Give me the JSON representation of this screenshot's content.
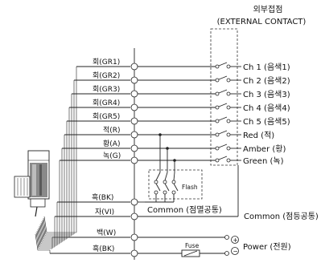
{
  "header": {
    "title_kr": "외부접점",
    "title_en": "(EXTERNAL CONTACT)"
  },
  "wires": [
    {
      "label": "회(GR1)",
      "output": "Ch 1 (음색1)"
    },
    {
      "label": "회(GR2)",
      "output": "Ch 2 (음색2)"
    },
    {
      "label": "회(GR3)",
      "output": "Ch 3 (음색3)"
    },
    {
      "label": "회(GR4)",
      "output": "Ch 4 (음색4)"
    },
    {
      "label": "회(GR5)",
      "output": "Ch 5 (음색5)"
    },
    {
      "label": "적(R)",
      "output": "Red (적)"
    },
    {
      "label": "황(A)",
      "output": "Amber (황)"
    },
    {
      "label": "녹(G)",
      "output": "Green (녹)"
    }
  ],
  "bottom_wires": {
    "bk1": "흑(BK)",
    "vi": "자(VI)",
    "w": "백(W)",
    "bk2": "흑(BK)"
  },
  "flash_label": "Flash",
  "common_flash": "Common (점멸공통)",
  "common_lamp": "Common (점등공통)",
  "fuse_label": "Fuse",
  "power_label": "Power (전원)"
}
